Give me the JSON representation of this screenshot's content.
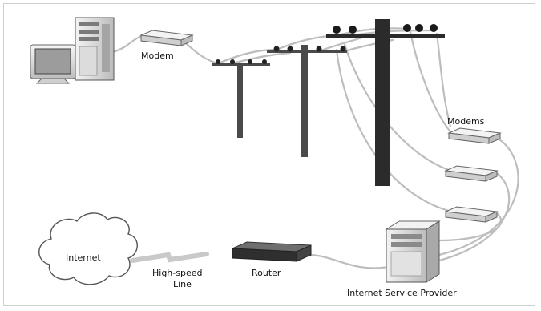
{
  "labels": {
    "modem": "Modem",
    "modems": "Modems",
    "internet": "Internet",
    "high_speed_line_1": "High-speed",
    "high_speed_line_2": "Line",
    "router": "Router",
    "isp": "Internet Service Provider"
  },
  "colors": {
    "cable": "#b9b9b9",
    "pole_dark": "#2b2b2b",
    "pole_mid": "#4a4a4a",
    "device_light": "#e6e6e6"
  }
}
